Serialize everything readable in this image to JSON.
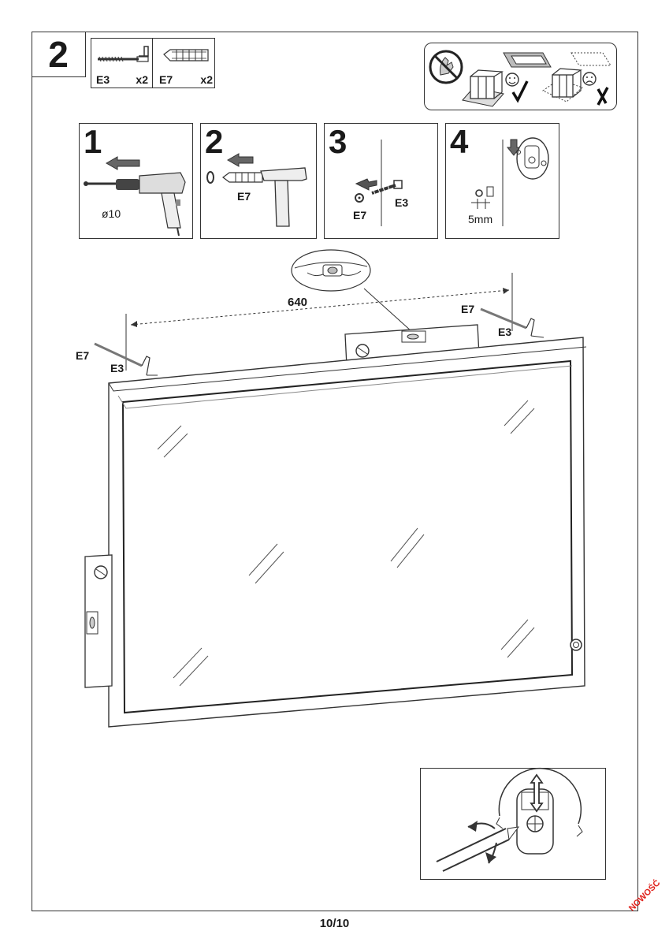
{
  "step": {
    "number": "2"
  },
  "parts": [
    {
      "code": "E3",
      "qty": "x2",
      "icon": "screw-hook-icon"
    },
    {
      "code": "E7",
      "qty": "x2",
      "icon": "wall-plug-icon"
    }
  ],
  "warning": {
    "icons": [
      "no-hand-install-icon",
      "happy-face-icon",
      "checkmark-icon",
      "sad-face-icon",
      "cross-icon"
    ]
  },
  "substeps": [
    {
      "number": "1",
      "caption": "ø10",
      "icon": "drill-icon"
    },
    {
      "number": "2",
      "caption": "E7",
      "icon": "hammer-icon"
    },
    {
      "number": "3",
      "caption_a": "E7",
      "caption_b": "E3",
      "icon": "screw-icon"
    },
    {
      "number": "4",
      "caption": "5mm",
      "icon": "mounting-bracket-icon"
    }
  ],
  "main": {
    "dimension": "640",
    "left_labels": {
      "plug": "E7",
      "screw": "E3"
    },
    "right_labels": {
      "plug": "E7",
      "screw": "E3"
    }
  },
  "footer": {
    "page": "10/10",
    "badge": "NOWOŚĆ"
  },
  "colors": {
    "line": "#333333",
    "badge": "#e0211b"
  }
}
